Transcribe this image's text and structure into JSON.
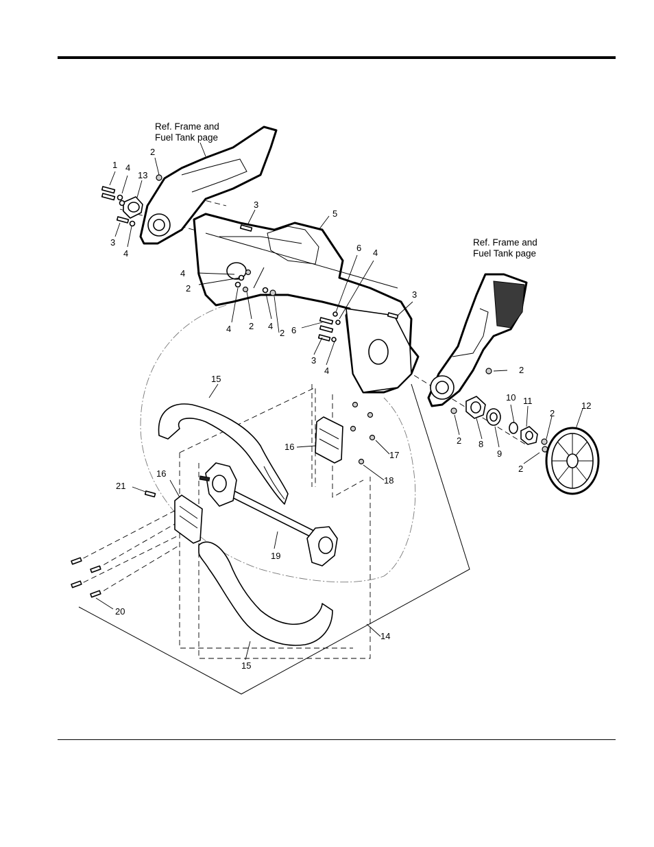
{
  "diagram": {
    "references": {
      "left": [
        "Ref. Frame and",
        "Fuel Tank page"
      ],
      "right": [
        "Ref. Frame and",
        "Fuel Tank page"
      ]
    },
    "callouts": {
      "c1": "1",
      "c4a": "4",
      "c13": "13",
      "c2a": "2",
      "c3a": "3",
      "c4b": "4",
      "c3b": "3",
      "c5": "5",
      "c6a": "6",
      "c4c": "4",
      "c4d": "4",
      "c2b": "2",
      "c4e": "4",
      "c2c": "2",
      "c4f": "4",
      "c2d": "2",
      "c6b": "6",
      "c3c": "3",
      "c3d": "3",
      "c4g": "4",
      "c2e": "2",
      "c15a": "15",
      "c16a": "16",
      "c17": "17",
      "c18": "18",
      "c16b": "16",
      "c21": "21",
      "c19": "19",
      "c20": "20",
      "c15b": "15",
      "c14": "14",
      "c10": "10",
      "c11": "11",
      "c12": "12",
      "c2f": "2",
      "c8": "8",
      "c9": "9",
      "c2g": "2",
      "c2h": "2"
    }
  }
}
